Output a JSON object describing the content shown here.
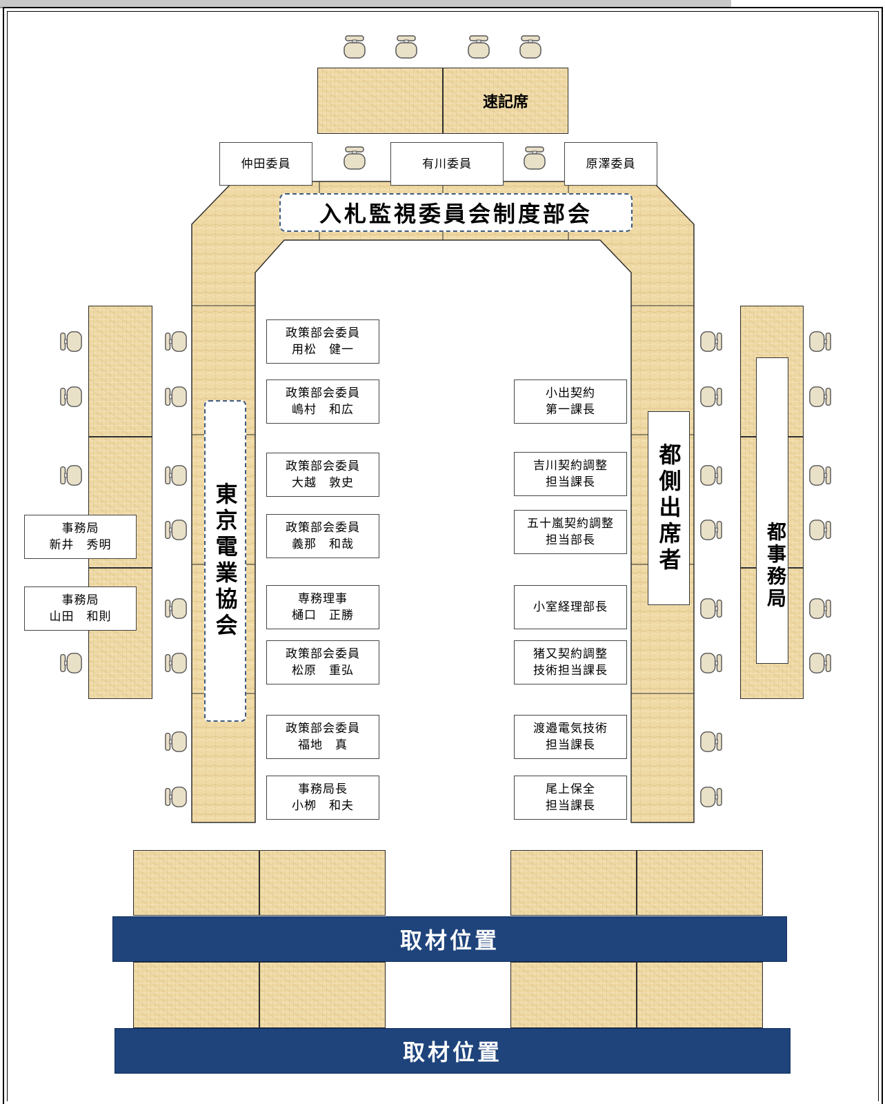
{
  "title": "入札監視委員会制度部会",
  "stenography_label": "速記席",
  "committee_members": [
    "仲田委員",
    "有川委員",
    "原澤委員"
  ],
  "left_group_label": "東京電業協会",
  "right_group_label": "都側出席者",
  "secretariat_label": "都事務局",
  "left_attendees": [
    "政策部会委員\n用松　健一",
    "政策部会委員\n嶋村　和広",
    "政策部会委員\n大越　敦史",
    "政策部会委員\n義那　和哉",
    "専務理事\n樋口　正勝",
    "政策部会委員\n松原　重弘",
    "政策部会委員\n福地　真",
    "事務局長\n小栁　和夫"
  ],
  "right_attendees": [
    "小出契約\n第一課長",
    "吉川契約調整\n担当課長",
    "五十嵐契約調整\n担当部長",
    "小室経理部長",
    "猪又契約調整\n技術担当課長",
    "渡邉電気技術\n担当課長",
    "尾上保全\n担当課長"
  ],
  "secretariat_staff": [
    "事務局\n新井　秀明",
    "事務局\n山田　和則"
  ],
  "press_labels": [
    "取材位置",
    "取材位置"
  ],
  "colors": {
    "wood": "#efd9a4",
    "press_band": "#1f447c",
    "dashed_border": "#3d5a7f"
  }
}
